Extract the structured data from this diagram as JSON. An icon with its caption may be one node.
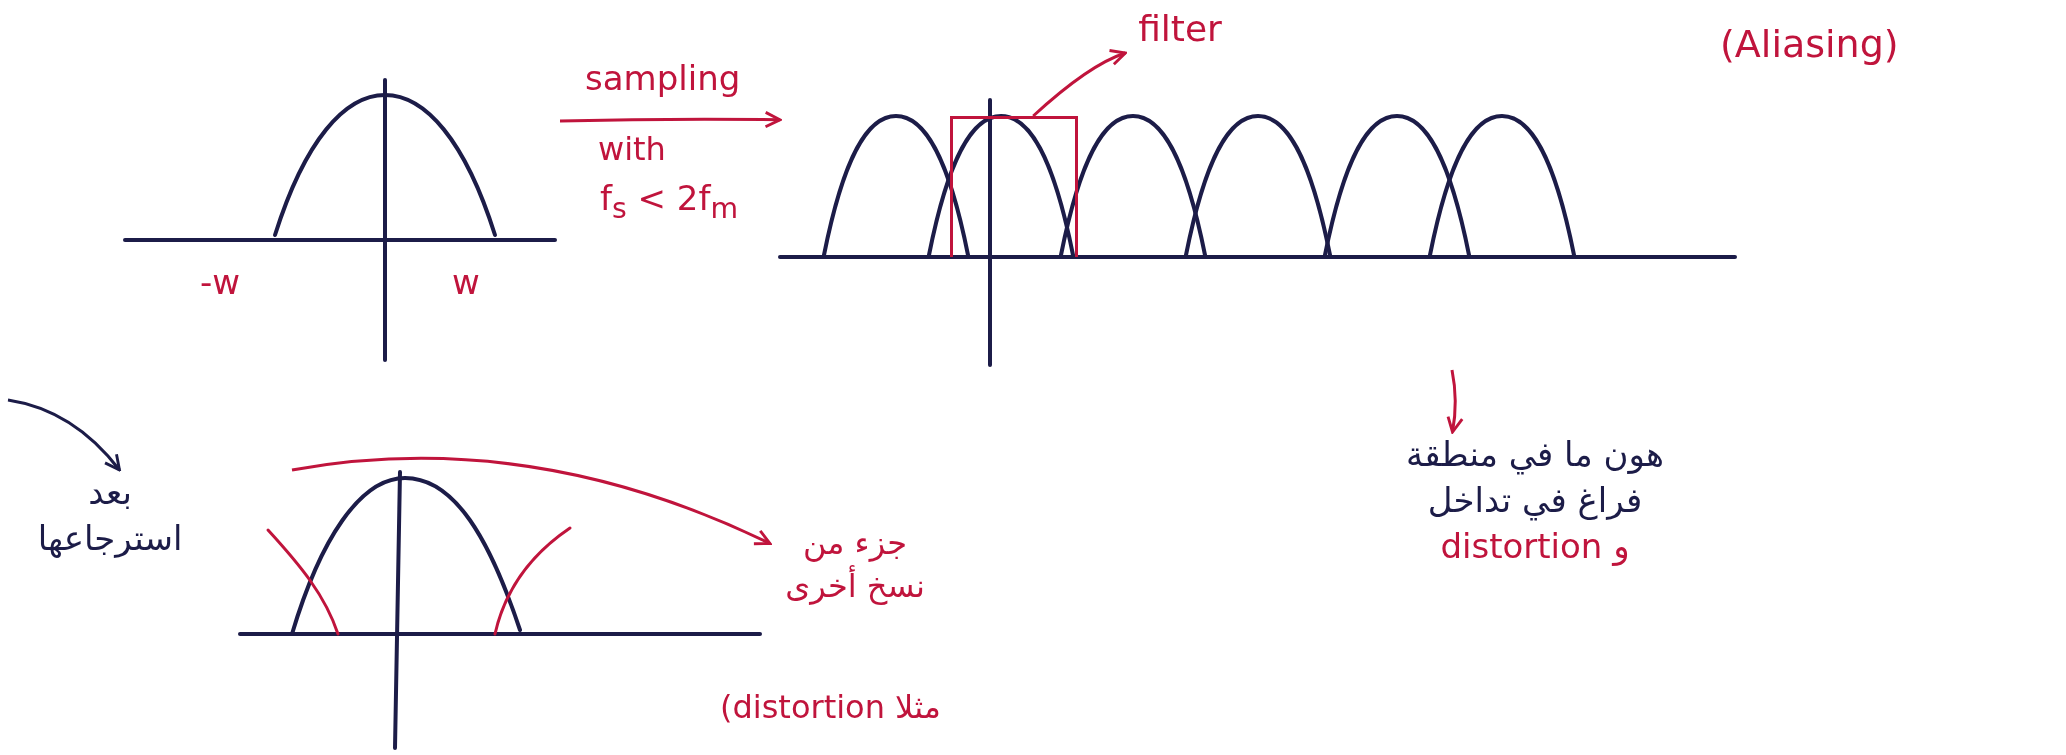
{
  "diagram": {
    "title": "(Aliasing)",
    "nodes": [
      {
        "text": [],
        "shape": "picture"
      },
      {
        "text": [],
        "shape": "picture"
      },
      {
        "text": [
          "filter"
        ]
      },
      {
        "text": [],
        "shape": "box",
        "in": 1
      },
      {
        "text": [
          "هون ما في منطقة فراغ في تداخل",
          "و distortion"
        ]
      },
      {
        "text": [],
        "shape": "picture"
      },
      {
        "text": [
          "بعد استرجاعها"
        ]
      },
      {
        "text": [
          "جزء من نسخ أخرى"
        ]
      }
    ],
    "edges": [
      {
        "from": 0,
        "to": 1,
        "arrow": "to",
        "label": "sampling"
      },
      {
        "from": 3,
        "to": 2,
        "arrow": "to"
      },
      {
        "from": 1,
        "to": 4,
        "arrow": "to"
      },
      {
        "from": null,
        "to": 6,
        "arrow": "to",
        "color": "#1c1c48"
      },
      {
        "from": 5,
        "to": 7,
        "arrow": "to"
      }
    ],
    "labels": [
      "-w",
      "w",
      "with",
      "f$_{s}$ < 2f$_{m}$",
      "(distortion مثلا"
    ]
  }
}
